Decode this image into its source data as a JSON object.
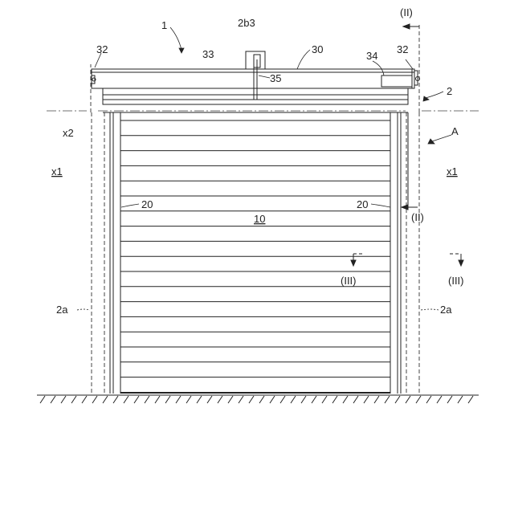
{
  "labels": {
    "assembly": "1",
    "bracket": "2b3",
    "section_top": "(II)",
    "end_left": "32",
    "rail": "33",
    "header": "30",
    "box": "34",
    "end_right": "32",
    "rod": "35",
    "frame": "2",
    "axis": "x2",
    "arrow_a": "A",
    "region_left": "x1",
    "region_right": "x1",
    "guide_left": "20",
    "guide_right": "20",
    "section_right": "(II)",
    "curtain": "10",
    "section_mid": "(III)",
    "section_side": "(III)",
    "wall_left": "2a",
    "wall_right": "2a"
  },
  "colors": {
    "line": "#222222",
    "dashed": "#444444"
  }
}
